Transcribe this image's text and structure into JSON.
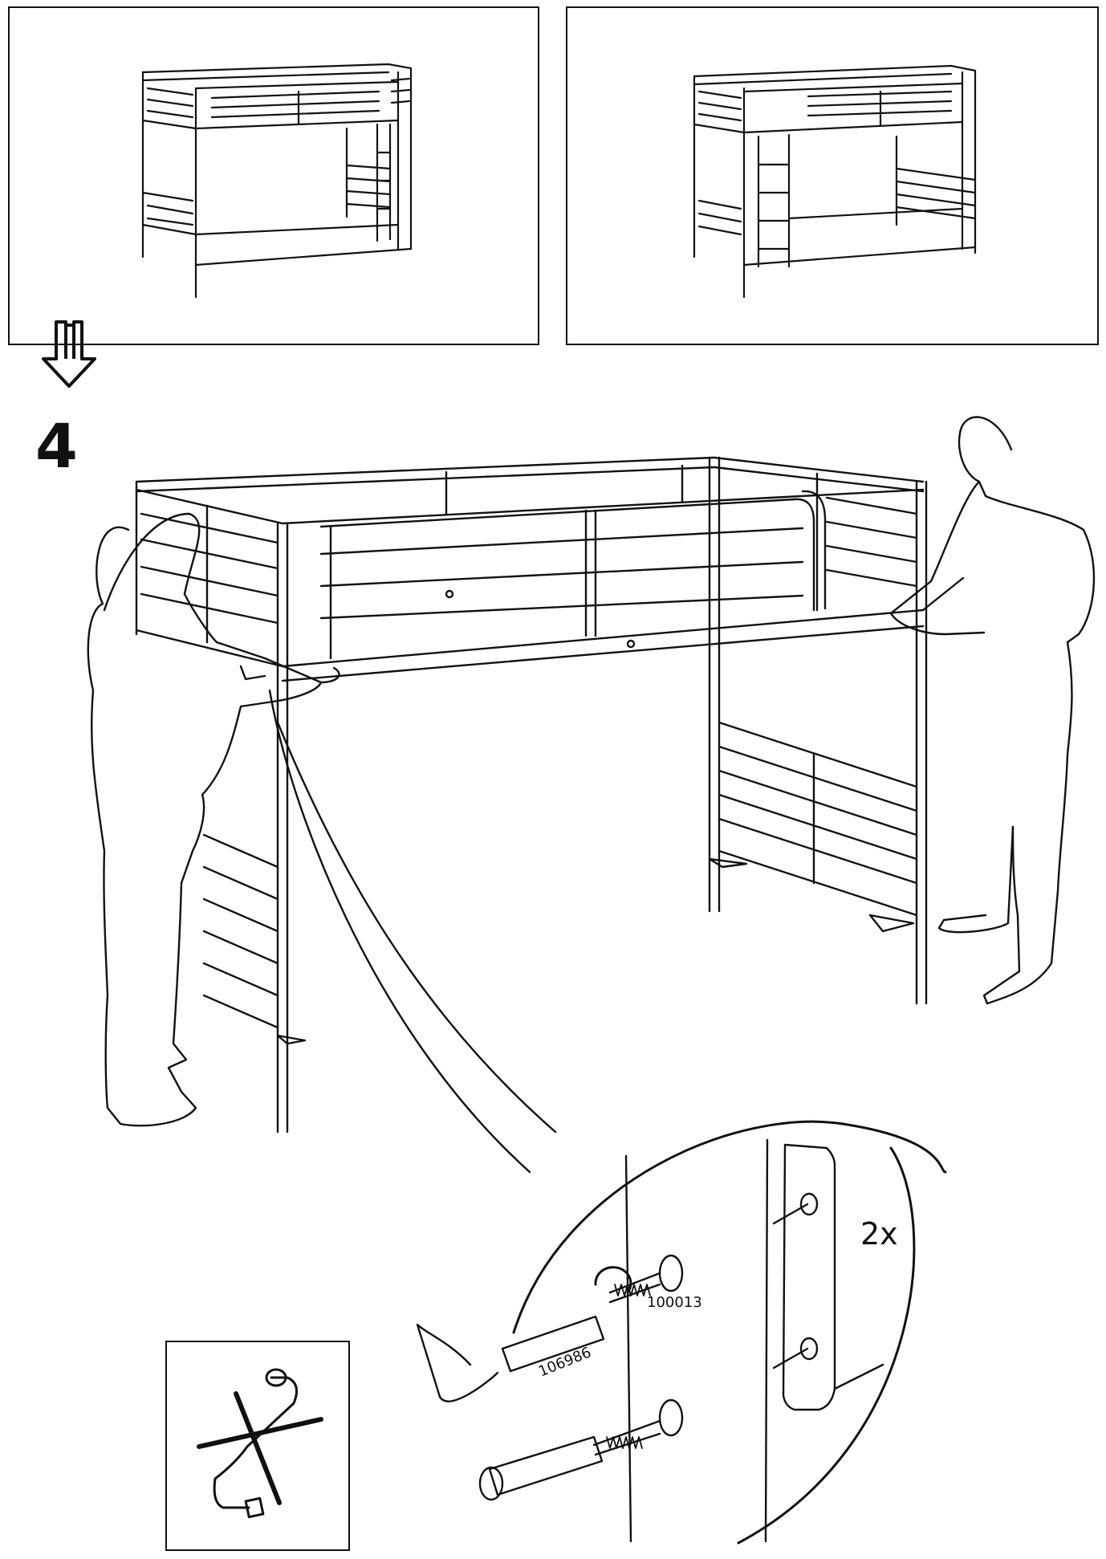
{
  "step": {
    "number": "4"
  },
  "detail": {
    "part_number_screw": "100013",
    "part_number_barrel_nut": "106986",
    "quantity": "2x"
  },
  "icons": {
    "flow_arrow": "down-arrow-icon",
    "no_allen_key": "no-allen-key-icon"
  },
  "colors": {
    "ink": "#111111",
    "paper": "#ffffff"
  }
}
